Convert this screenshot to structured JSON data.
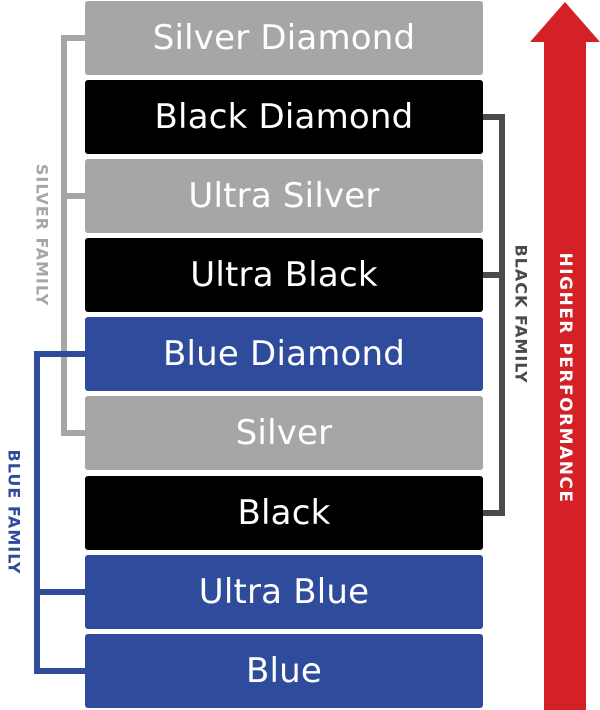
{
  "tiers": [
    {
      "label": "Silver Diamond",
      "family": "silver"
    },
    {
      "label": "Black Diamond",
      "family": "black"
    },
    {
      "label": "Ultra Silver",
      "family": "silver"
    },
    {
      "label": "Ultra Black",
      "family": "black"
    },
    {
      "label": "Blue Diamond",
      "family": "blue"
    },
    {
      "label": "Silver",
      "family": "silver"
    },
    {
      "label": "Black",
      "family": "black"
    },
    {
      "label": "Ultra Blue",
      "family": "blue"
    },
    {
      "label": "Blue",
      "family": "blue"
    }
  ],
  "families": {
    "silver": {
      "label": "SILVER FAMILY",
      "color": "#a6a6a6"
    },
    "black": {
      "label": "BLACK FAMILY",
      "color": "#4a4a4a"
    },
    "blue": {
      "label": "BLUE FAMILY",
      "color": "#2f4b9c"
    }
  },
  "performance_arrow": {
    "label": "HIGHER PERFORMANCE",
    "color": "#d42027"
  }
}
